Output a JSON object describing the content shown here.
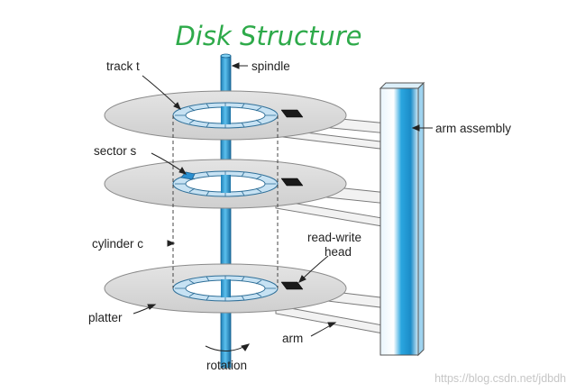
{
  "title": "Disk Structure",
  "labels": {
    "track": "track t",
    "spindle": "spindle",
    "arm_assembly": "arm assembly",
    "sector": "sector s",
    "cylinder": "cylinder c",
    "read_write_line1": "read-write",
    "read_write_line2": "head",
    "platter": "platter",
    "arm": "arm",
    "rotation": "rotation"
  },
  "watermark": "https://blog.csdn.net/jdbdh",
  "colors": {
    "title": "#2eaa4a",
    "spindle": "#2b9bd3",
    "platter": "#d6d6d6",
    "track_ring": "#c4dff0",
    "arm_column": "#27a4de"
  }
}
